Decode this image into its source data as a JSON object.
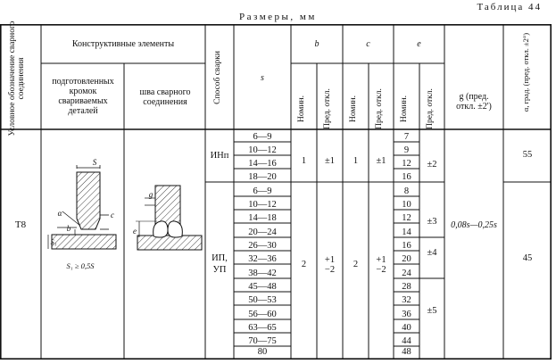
{
  "table_title": "Таблица 44",
  "sizes_caption": "Размеры, мм",
  "headers": {
    "designation": "Условное обозначение сварного соединения",
    "constructive": "Конструктивные элементы",
    "prepared": "подготовленных кромок свариваемых деталей",
    "seam": "шва сварного соединения",
    "method": "Способ сварки",
    "s": "s",
    "b": "b",
    "c": "c",
    "e": "e",
    "nom": "Номин.",
    "dev": "Пред. откл.",
    "g": "g (пред. откл. ±2')",
    "alpha": "α, град. (пред. откл. ±2°)"
  },
  "designation": "Т8",
  "sketch_labels": {
    "s": "S",
    "c": "c",
    "b": "b",
    "s1": "S₁",
    "alpha": "α",
    "s1_rule": "S₁ ≥ 0,5S",
    "g": "g",
    "e": "e"
  },
  "groups": [
    {
      "method": "ИНп",
      "s": [
        "6—9",
        "10—12",
        "14—16",
        "18—20"
      ],
      "b_nom": "1",
      "b_dev": "±1",
      "c_nom": "1",
      "c_dev": "±1",
      "e": [
        "7",
        "9",
        "12",
        "16"
      ],
      "e_dev": "±2",
      "alpha": "55"
    },
    {
      "method": "ИП, УП",
      "s": [
        "6—9",
        "10—12",
        "14—18",
        "20—24",
        "26—30",
        "32—36",
        "38—42",
        "45—48",
        "50—53",
        "56—60",
        "63—65",
        "70—75",
        "80"
      ],
      "b_nom": "2",
      "b_dev_plus": "+1",
      "b_dev_minus": "−2",
      "c_nom": "2",
      "c_dev_plus": "+1",
      "c_dev_minus": "−2",
      "e": [
        "8",
        "10",
        "12",
        "14",
        "16",
        "20",
        "24",
        "28",
        "32",
        "36",
        "40",
        "44",
        "48"
      ],
      "e_dev": [
        "±3",
        "±4",
        "±5"
      ],
      "alpha": "45"
    }
  ],
  "g_value": "0,08s—0,25s"
}
